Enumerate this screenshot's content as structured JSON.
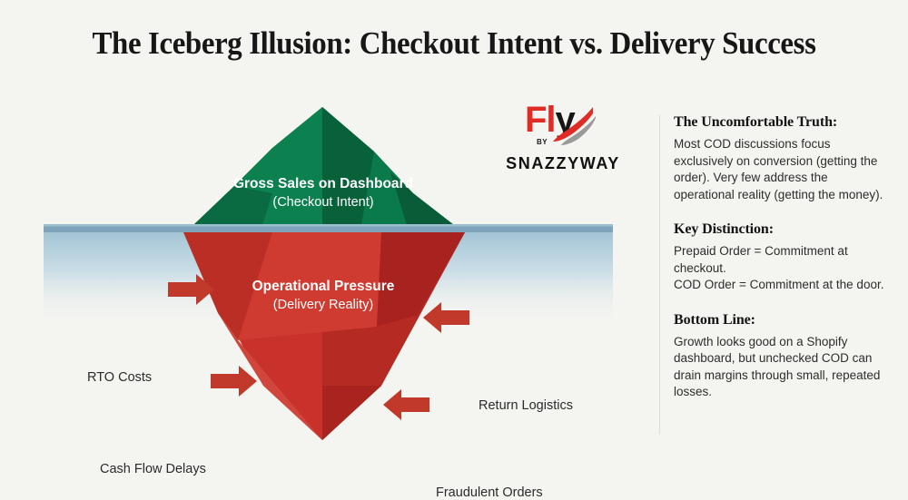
{
  "page": {
    "title": "The Iceberg Illusion: Checkout Intent vs. Delivery Success",
    "background_color": "#f4f4f0"
  },
  "illustration": {
    "above_water": {
      "label_line1": "Gross Sales on Dashboard",
      "label_line2": "(Checkout Intent)",
      "color": "#0b7a4b",
      "color_dark": "#0a5c38",
      "text_color": "#ffffff"
    },
    "below_water": {
      "label_line1": "Operational Pressure",
      "label_line2": "(Delivery Reality)",
      "color": "#c8322a",
      "color_dark": "#a8231f",
      "text_color": "#ffffff"
    },
    "waterline": {
      "band_color": "#7fa3b8",
      "water_color": "#b9d3e0"
    },
    "arrows": [
      {
        "name": "rto-costs",
        "label": "RTO Costs",
        "direction": "right",
        "color": "#c0392b"
      },
      {
        "name": "cash-flow-delays",
        "label": "Cash Flow Delays",
        "direction": "right",
        "color": "#c0392b"
      },
      {
        "name": "return-logistics",
        "label": "Return Logistics",
        "direction": "left",
        "color": "#c0392b"
      },
      {
        "name": "fraudulent-orders",
        "label": "Fraudulent Orders",
        "direction": "left",
        "color": "#c0392b"
      }
    ]
  },
  "logo": {
    "word_part1": "Fl",
    "word_part2": "y",
    "by_text": "BY",
    "brand": "SNAZZYWAY",
    "primary_color": "#e02b27",
    "secondary_color": "#9a9a9a",
    "text_color": "#161616",
    "icon": "wing-swoosh-icon"
  },
  "side_panel": {
    "sections": [
      {
        "heading": "The Uncomfortable Truth:",
        "body": "Most COD discussions focus exclusively on conversion (getting the order). Very few address the operational reality (getting the money)."
      },
      {
        "heading": "Key Distinction:",
        "body": "Prepaid Order = Commitment at checkout.\nCOD Order = Commitment at the door."
      },
      {
        "heading": "Bottom Line:",
        "body": "Growth looks good on a Shopify dashboard, but unchecked COD can drain margins through small, repeated losses."
      }
    ]
  }
}
